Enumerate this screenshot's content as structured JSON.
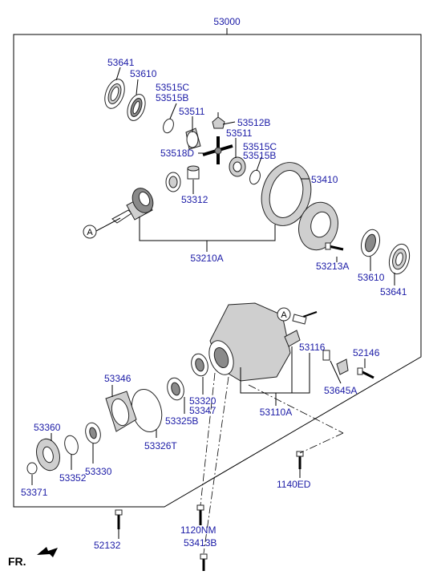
{
  "labels": {
    "assembly": "53000",
    "oil_seal_l": "53641",
    "bearing_cup_l": "53610",
    "washer_c": "53515C",
    "washer_b": "53515B",
    "pinion_gear": "53511",
    "side_gear": "53512B",
    "pinion_gear_2": "53511",
    "washer_c_2": "53515C",
    "washer_b_2": "53515B",
    "shaft": "53518D",
    "ring_gear": "53410",
    "spacer": "53312",
    "gear_set": "53210A",
    "bolt_ring": "53213A",
    "bearing_cup_r": "53610",
    "oil_seal_r": "53641",
    "carrier_asm": "53110A",
    "bracket": "53116",
    "bolt_bracket": "52146",
    "clip": "53645A",
    "carrier_seal": "53346",
    "bearing_320": "53320",
    "bearing_347": "53347",
    "bearing_325": "53325B",
    "gasket": "53326T",
    "flange": "53360",
    "nut_seal": "53352",
    "bearing_330": "53330",
    "washer_371": "53371",
    "bolt_1140": "1140ED",
    "bolt_52132": "52132",
    "bolt_1120": "1120NM",
    "bolt_53413": "53413B",
    "ref_a_1": "A",
    "ref_a_2": "A",
    "front_indicator": "FR."
  }
}
